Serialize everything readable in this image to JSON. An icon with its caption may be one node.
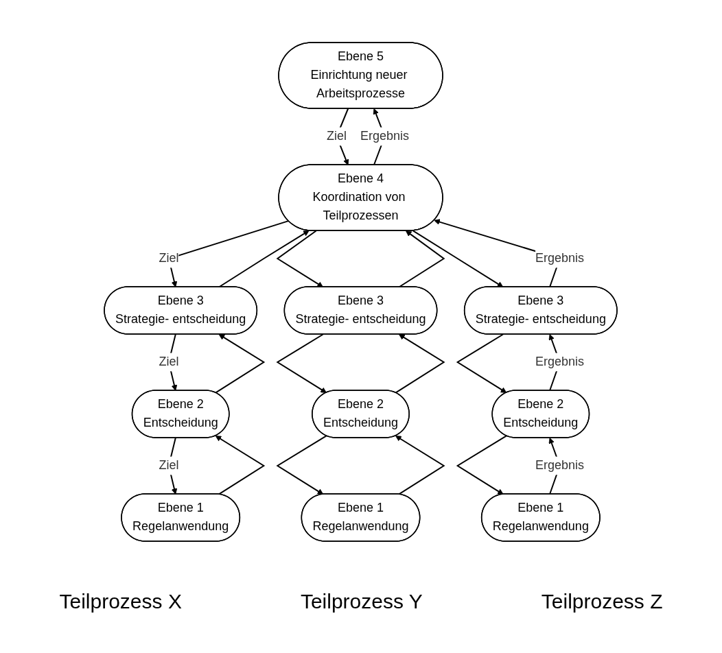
{
  "diagram": {
    "nodes": [
      {
        "text": [
          "Ebene 5",
          "Einrichtung neuer Arbeitsprozesse"
        ]
      },
      {
        "text": [
          "Ebene 4",
          "Koordination von Teilprozessen"
        ]
      },
      {
        "text": [
          "Ebene 3",
          "Strategie- entscheidung"
        ]
      },
      {
        "text": [
          "Ebene 3",
          "Strategie- entscheidung"
        ]
      },
      {
        "text": [
          "Ebene 3",
          "Strategie- entscheidung"
        ]
      },
      {
        "text": [
          "Ebene 2",
          "Entscheidung"
        ]
      },
      {
        "text": [
          "Ebene 2",
          "Entscheidung"
        ]
      },
      {
        "text": [
          "Ebene 2",
          "Entscheidung"
        ]
      },
      {
        "text": [
          "Ebene 1",
          "Regelanwendung"
        ]
      },
      {
        "text": [
          "Ebene 1",
          "Regelanwendung"
        ]
      },
      {
        "text": [
          "Ebene 1",
          "Regelanwendung"
        ]
      }
    ],
    "edges": [
      {
        "from": 0,
        "to": 1,
        "arrow": "to",
        "label": "Ziel"
      },
      {
        "from": 1,
        "to": 0,
        "arrow": "to",
        "label": "Ergebnis"
      },
      {
        "from": 1,
        "to": 2,
        "arrow": "to",
        "label": "Ziel"
      },
      {
        "from": 2,
        "to": 1,
        "arrow": "to"
      },
      {
        "from": 1,
        "to": 3,
        "arrow": "to"
      },
      {
        "from": 3,
        "to": 1,
        "arrow": "to"
      },
      {
        "from": 1,
        "to": 4,
        "arrow": "to"
      },
      {
        "from": 4,
        "to": 1,
        "arrow": "to",
        "label": "Ergebnis"
      },
      {
        "from": 2,
        "to": 5,
        "arrow": "to",
        "label": "Ziel"
      },
      {
        "from": 5,
        "to": 2,
        "arrow": "to"
      },
      {
        "from": 3,
        "to": 6,
        "arrow": "to"
      },
      {
        "from": 6,
        "to": 3,
        "arrow": "to"
      },
      {
        "from": 4,
        "to": 7,
        "arrow": "to"
      },
      {
        "from": 7,
        "to": 4,
        "arrow": "to",
        "label": "Ergebnis"
      },
      {
        "from": 5,
        "to": 8,
        "arrow": "to",
        "label": "Ziel"
      },
      {
        "from": 8,
        "to": 5,
        "arrow": "to"
      },
      {
        "from": 6,
        "to": 9,
        "arrow": "to"
      },
      {
        "from": 9,
        "to": 6,
        "arrow": "to"
      },
      {
        "from": 7,
        "to": 10,
        "arrow": "to"
      },
      {
        "from": 10,
        "to": 7,
        "arrow": "to",
        "label": "Ergebnis"
      }
    ],
    "labels": [
      "Teilprozess X",
      "Teilprozess Y",
      "Teilprozess Z"
    ]
  }
}
